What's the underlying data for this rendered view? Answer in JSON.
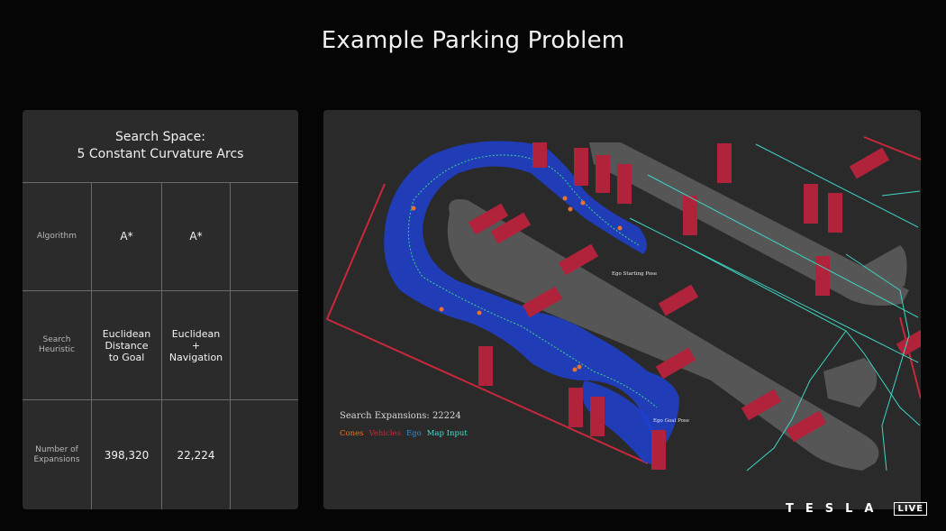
{
  "title": "Example Parking Problem",
  "table": {
    "header_line1": "Search Space:",
    "header_line2": "5 Constant Curvature Arcs",
    "rows": [
      {
        "label": "Algorithm",
        "values": [
          "A*",
          "A*",
          ""
        ]
      },
      {
        "label": "Search\nHeuristic",
        "values": [
          "Euclidean\nDistance\nto Goal",
          "Euclidean\n+\nNavigation",
          ""
        ]
      },
      {
        "label": "Number of\nExpansions",
        "values": [
          "398,320",
          "22,224",
          ""
        ]
      }
    ]
  },
  "visualization": {
    "search_expansions": "Search Expansions: 22224",
    "legend": [
      {
        "label": "Cones",
        "color": "#e8742a"
      },
      {
        "label": "Vehicles",
        "color": "#c8283a"
      },
      {
        "label": "Ego",
        "color": "#3a8fd6"
      },
      {
        "label": "Map Input",
        "color": "#40e0d0"
      }
    ],
    "start_label": "Ego Starting Pose",
    "goal_label": "Ego Goal Pose",
    "colors": {
      "background": "#2a2a2a",
      "road_island": "#555555",
      "vehicle": "#b0233a",
      "search_tree": "#1f3fd0",
      "cone": "#e8742a",
      "map_lines": "#3dd6c4",
      "boundary": "#c8283a"
    }
  },
  "branding": {
    "logo": "TESLA",
    "badge": "LIVE"
  }
}
